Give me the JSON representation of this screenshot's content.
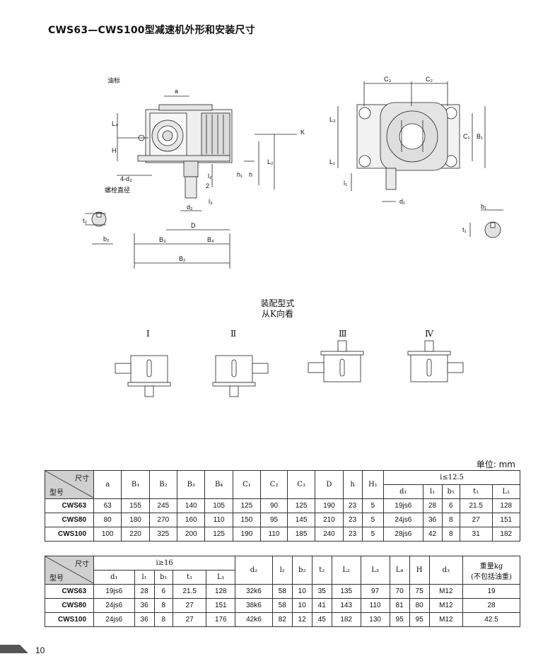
{
  "title": "CWS63—CWS100型减速机外形和安装尺寸",
  "drawing_labels": {
    "oil_mark": "油标",
    "a": "a",
    "L4": "L₄",
    "H": "H",
    "K": "K",
    "h1": "h₁",
    "h": "h",
    "L2": "L₂",
    "l2": "l₂",
    "bolt": "4-d₃",
    "bolt_dia": "螺栓直径",
    "two": "2",
    "l3": "l₃",
    "d2": "d₂",
    "D": "D",
    "t2": "t₂",
    "b2": "b₂",
    "B3": "B₃",
    "B4": "B₄",
    "B2": "B₂",
    "C3": "C₃",
    "C2": "C₂",
    "L3": "L₃",
    "C1": "C₁",
    "B1": "B₁",
    "L1": "L₁",
    "l1": "l₁",
    "d1": "d₁",
    "b1": "b₁",
    "t1": "t₁"
  },
  "assembly": {
    "caption_line1": "装配型式",
    "caption_line2": "从K向看",
    "types": [
      "Ⅰ",
      "Ⅱ",
      "Ⅲ",
      "Ⅳ"
    ]
  },
  "unit": "单位: mm",
  "table1": {
    "corner_top": "尺寸",
    "corner_bottom": "型号",
    "headers": [
      "a",
      "B₁",
      "B₂",
      "B₃",
      "B₄",
      "C₁",
      "C₂",
      "C₃",
      "D",
      "h",
      "H₁"
    ],
    "group_label": "i≤12.5",
    "group_headers": [
      "d₁",
      "l₁",
      "b₁",
      "t₁",
      "L₁"
    ],
    "rows": [
      {
        "model": "CWS63",
        "values": [
          "63",
          "155",
          "245",
          "140",
          "105",
          "125",
          "90",
          "125",
          "190",
          "23",
          "5",
          "19js6",
          "28",
          "6",
          "21.5",
          "128"
        ]
      },
      {
        "model": "CWS80",
        "values": [
          "80",
          "180",
          "270",
          "160",
          "110",
          "150",
          "95",
          "145",
          "210",
          "23",
          "5",
          "24js6",
          "36",
          "8",
          "27",
          "151"
        ]
      },
      {
        "model": "CWS100",
        "values": [
          "100",
          "220",
          "325",
          "200",
          "125",
          "190",
          "110",
          "185",
          "240",
          "23",
          "5",
          "28js6",
          "42",
          "8",
          "31",
          "182"
        ]
      }
    ]
  },
  "table2": {
    "corner_top": "尺寸",
    "corner_bottom": "型号",
    "group_label": "i≥16",
    "group_headers": [
      "d₁",
      "l₁",
      "b₁",
      "t₁",
      "L₁"
    ],
    "headers": [
      "d₂",
      "l₂",
      "b₂",
      "t₂",
      "L₂",
      "L₃",
      "L₄",
      "H",
      "d₃"
    ],
    "weight_line1": "重量kg",
    "weight_line2": "(不包括油重)",
    "rows": [
      {
        "model": "CWS63",
        "values": [
          "19js6",
          "28",
          "6",
          "21.5",
          "128",
          "32k6",
          "58",
          "10",
          "35",
          "135",
          "97",
          "70",
          "75",
          "M12",
          "19"
        ]
      },
      {
        "model": "CWS80",
        "values": [
          "24js6",
          "36",
          "8",
          "27",
          "151",
          "38k6",
          "58",
          "10",
          "41",
          "143",
          "110",
          "81",
          "80",
          "M12",
          "28"
        ]
      },
      {
        "model": "CWS100",
        "values": [
          "24js6",
          "36",
          "8",
          "27",
          "176",
          "42k6",
          "82",
          "12",
          "45",
          "182",
          "130",
          "95",
          "95",
          "M12",
          "42.5"
        ]
      }
    ]
  },
  "page_number": "10"
}
